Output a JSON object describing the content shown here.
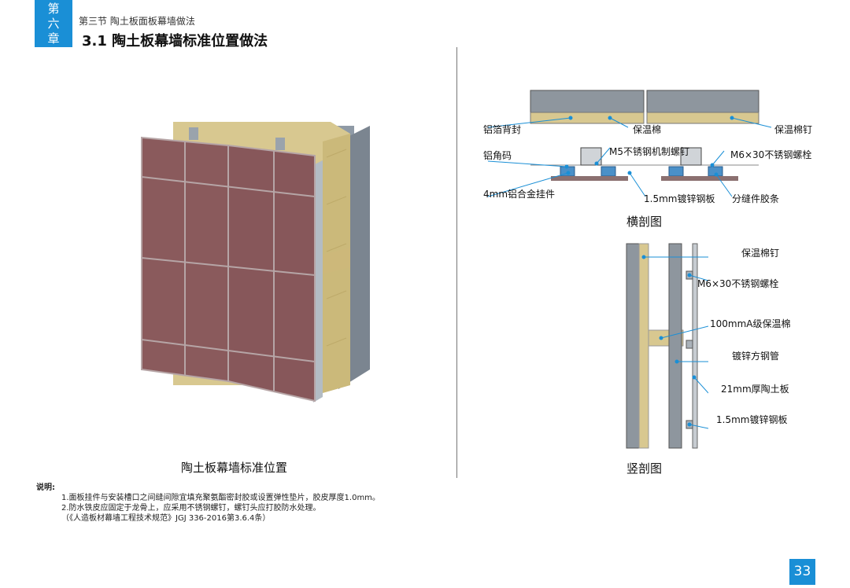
{
  "header": {
    "chapter_chars": [
      "第",
      "六",
      "章"
    ],
    "section": "第三节  陶土板面板幕墙做法",
    "title": "3.1 陶土板幕墙标准位置做法"
  },
  "left_figure": {
    "caption": "陶土板幕墙标准位置"
  },
  "horizontal_section": {
    "caption": "横剖图",
    "labels": {
      "foil_seal": "铝箔背封",
      "insulation": "保温棉",
      "insulation_nail": "保温棉钉",
      "aluminum_angle": "铝角码",
      "m5_screw": "M5不锈钢机制螺钉",
      "m6_bolt": "M6×30不锈钢螺栓",
      "hanger": "4mm铝合金挂件",
      "galv_sheet": "1.5mm镀锌钢板",
      "seam_strip": "分缝件胶条"
    }
  },
  "vertical_section": {
    "caption": "竖剖图",
    "labels": {
      "insulation_nail": "保温棉钉",
      "m6_bolt": "M6×30不锈钢螺栓",
      "insulation_100": "100mmA级保温棉",
      "square_tube": "镀锌方钢管",
      "terracotta_21": "21mm厚陶土板",
      "galv_sheet": "1.5mm镀锌钢板"
    }
  },
  "notes": {
    "title": "说明:",
    "lines": [
      "1.面板挂件与安装槽口之间缝间隙宜填充聚氨酯密封胶或设置弹性垫片，胶皮厚度1.0mm。",
      "2.防水铁皮应固定于龙骨上，应采用不锈钢螺钉，螺钉头应打胶防水处理。",
      "（《人造板材幕墙工程技术规范》JGJ 336-2016第3.6.4条）"
    ]
  },
  "page_number": "33",
  "colors": {
    "accent": "#1a8fd6",
    "terracotta": "#8a5a5c",
    "insulation": "#d8c890",
    "leader": "#1a8fd6"
  }
}
